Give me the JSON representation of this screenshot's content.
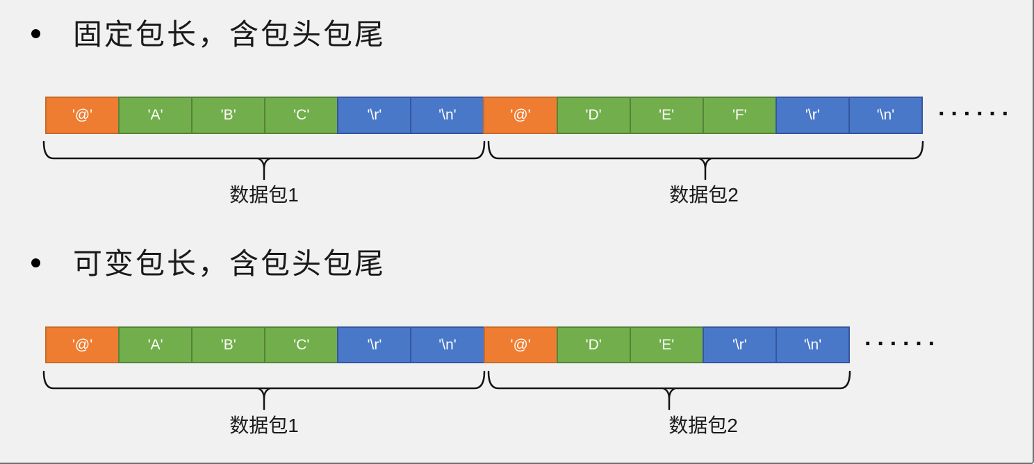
{
  "slide": {
    "background": "#F1F1F1",
    "edge_border_color": "#6E6E6E"
  },
  "colors": {
    "header_fill": "#EE7D31",
    "header_border": "#C96A28",
    "data_fill": "#72AE4B",
    "data_border": "#55823A",
    "tail_fill": "#4A78C8",
    "tail_border": "#3456A0",
    "cell_text": "#FFFFFF",
    "brace_stroke": "#141414",
    "heading_text": "#1A1A1A"
  },
  "sections": [
    {
      "heading": "固定包长，含包头包尾",
      "cells": [
        {
          "label": "'@'",
          "type": "header"
        },
        {
          "label": "'A'",
          "type": "data"
        },
        {
          "label": "'B'",
          "type": "data"
        },
        {
          "label": "'C'",
          "type": "data"
        },
        {
          "label": "'\\r'",
          "type": "tail"
        },
        {
          "label": "'\\n'",
          "type": "tail"
        },
        {
          "label": "'@'",
          "type": "header"
        },
        {
          "label": "'D'",
          "type": "data"
        },
        {
          "label": "'E'",
          "type": "data"
        },
        {
          "label": "'F'",
          "type": "data"
        },
        {
          "label": "'\\r'",
          "type": "tail"
        },
        {
          "label": "'\\n'",
          "type": "tail"
        }
      ],
      "ellipsis": "······",
      "packets": [
        {
          "label": "数据包1"
        },
        {
          "label": "数据包2"
        }
      ]
    },
    {
      "heading": "可变包长，含包头包尾",
      "cells": [
        {
          "label": "'@'",
          "type": "header"
        },
        {
          "label": "'A'",
          "type": "data"
        },
        {
          "label": "'B'",
          "type": "data"
        },
        {
          "label": "'C'",
          "type": "data"
        },
        {
          "label": "'\\r'",
          "type": "tail"
        },
        {
          "label": "'\\n'",
          "type": "tail"
        },
        {
          "label": "'@'",
          "type": "header"
        },
        {
          "label": "'D'",
          "type": "data"
        },
        {
          "label": "'E'",
          "type": "data"
        },
        {
          "label": "'\\r'",
          "type": "tail"
        },
        {
          "label": "'\\n'",
          "type": "tail"
        }
      ],
      "ellipsis": "······",
      "packets": [
        {
          "label": "数据包1"
        },
        {
          "label": "数据包2"
        }
      ]
    }
  ]
}
